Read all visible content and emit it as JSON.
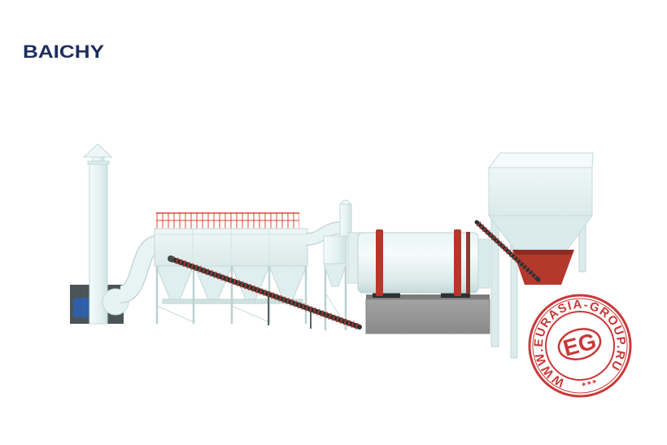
{
  "logo": {
    "text": "BAICHY",
    "color": "#1f2d5c"
  },
  "stamp": {
    "ring_text": "WWW.EURASIA-GROUP.RU",
    "center_text": "EG",
    "stars": "***",
    "color": "#c62828"
  },
  "colors": {
    "background": "#ffffff",
    "equipment": "#e6f2f2",
    "railing": "#e0493a",
    "conveyor_frame": "#2f3234",
    "conveyor_slats": "#b23a2c",
    "drum_tires": "#b63629",
    "feed_chute": "#b3392d",
    "concrete": "#999999",
    "fan_motor": "#2f5fa6",
    "fan_base": "#4b5558"
  }
}
